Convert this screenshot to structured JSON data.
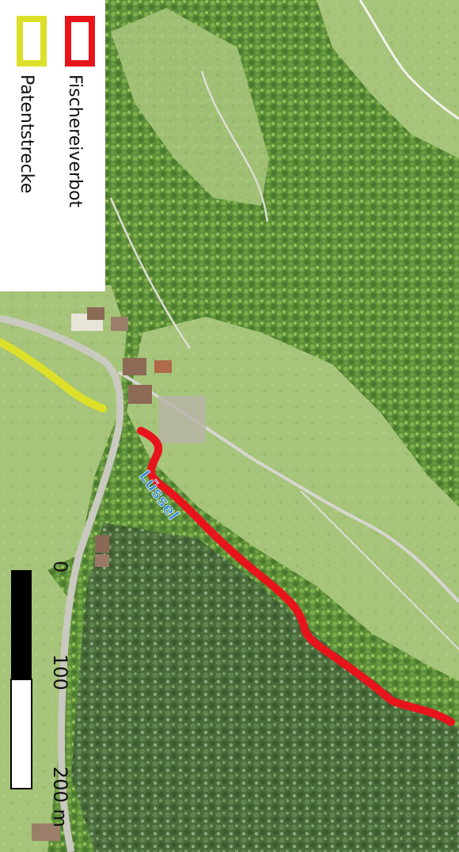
{
  "legend": {
    "items": [
      {
        "label": "Fischereiverbot",
        "color": "#e8141b"
      },
      {
        "label": "Patentstrecke",
        "color": "#dde02a"
      }
    ]
  },
  "river_label": "Lüssel",
  "scale_bar": {
    "ticks": [
      "0",
      "100",
      "200 m"
    ]
  },
  "colors": {
    "fishing_ban": "#e8141b",
    "patent_stretch": "#dde02a",
    "river_label": "#3a8fd8",
    "forest_dark": "#3f6f2f",
    "forest_light": "#86b24a",
    "meadow": "#a9c97a"
  }
}
